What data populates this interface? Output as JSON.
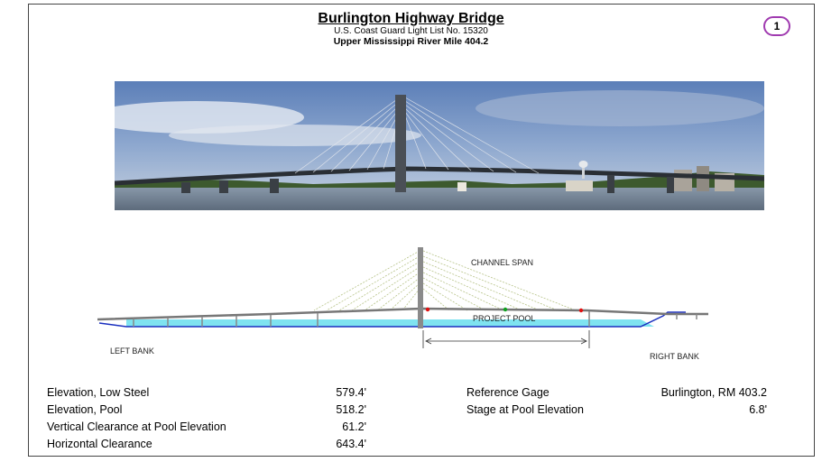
{
  "header": {
    "title": "Burlington Highway Bridge",
    "light_list": "U.S. Coast Guard Light List No. 15320",
    "river_mile": "Upper Mississippi River Mile 404.2",
    "page_number": "1"
  },
  "diagram": {
    "channel_span": "CHANNEL SPAN",
    "project_pool": "PROJECT POOL",
    "left_bank": "LEFT BANK",
    "right_bank": "RIGHT BANK"
  },
  "specs": {
    "left": [
      {
        "label": "Elevation, Low Steel",
        "value": "579.4'"
      },
      {
        "label": "Elevation, Pool",
        "value": "518.2'"
      },
      {
        "label": "Vertical Clearance at Pool Elevation",
        "value": "61.2'"
      },
      {
        "label": "Horizontal Clearance",
        "value": "643.4'"
      }
    ],
    "right": [
      {
        "label": "Reference Gage",
        "value": "Burlington, RM 403.2"
      },
      {
        "label": "Stage at Pool Elevation",
        "value": "6.8'"
      }
    ]
  },
  "colors": {
    "badge_border": "#a03bb0",
    "water": "#7fe3f0",
    "riverbed": "#1a2fbf",
    "light_red": "#e01010",
    "light_green": "#10a020",
    "cable": "#b8c48a"
  }
}
